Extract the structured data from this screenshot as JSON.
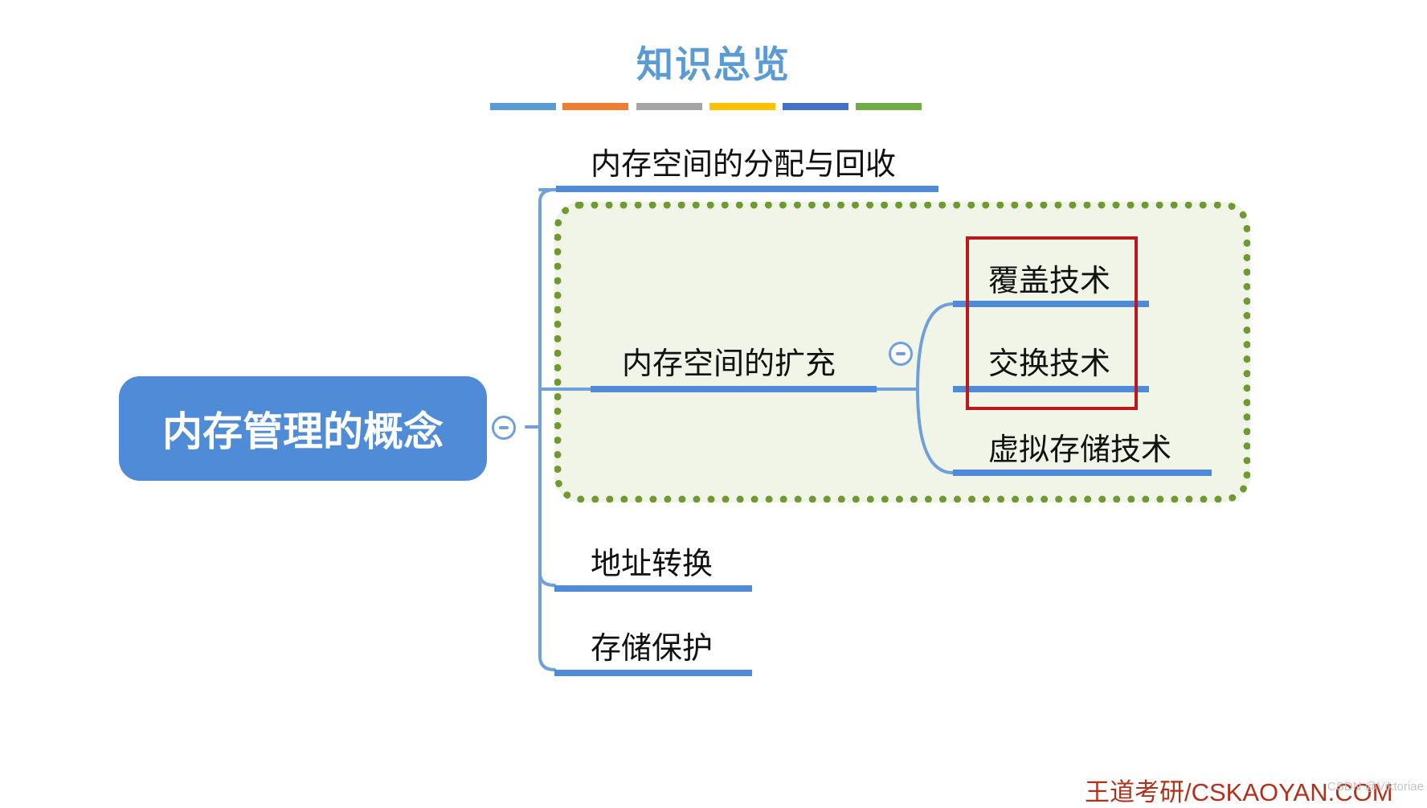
{
  "title": "知识总览",
  "color_bar": [
    "#5b9bd5",
    "#ed7d31",
    "#a5a5a5",
    "#ffc000",
    "#4472c4",
    "#70ad47"
  ],
  "mindmap": {
    "root": "内存管理的概念",
    "branches": {
      "allocation": "内存空间的分配与回收",
      "expansion": {
        "label": "内存空间的扩充",
        "children": {
          "overlay": "覆盖技术",
          "swapping": "交换技术",
          "virtual": "虚拟存储技术"
        }
      },
      "address": "地址转换",
      "protection": "存储保护"
    }
  },
  "colors": {
    "node": "#4f8bd6",
    "focus_border": "#6e9a2f",
    "focus_fill": "#f1f5e8",
    "highlight": "#c0171d"
  },
  "footer": {
    "brand": "王道考研/CSKAOYAN.COM",
    "watermark": "CSDN @Viktoriae"
  }
}
